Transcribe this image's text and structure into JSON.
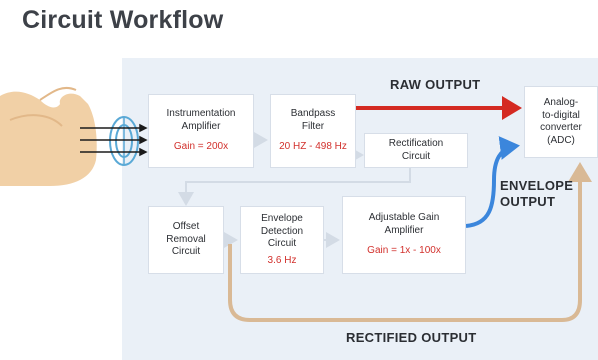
{
  "title": "Circuit Workflow",
  "blocks": {
    "inst_amp": {
      "name": "Instrumentation\nAmplifier",
      "value": "Gain = 200x"
    },
    "bandpass": {
      "name": "Bandpass\nFilter",
      "value": "20 HZ - 498 Hz"
    },
    "rectification": {
      "name": "Rectification\nCircuit"
    },
    "adc": {
      "name": "Analog-\nto-digital\nconverter\n(ADC)"
    },
    "offset": {
      "name": "Offset\nRemoval\nCircuit"
    },
    "envelope_det": {
      "name": "Envelope\nDetection\nCircuit",
      "value": "3.6 Hz"
    },
    "adj_gain": {
      "name": "Adjustable Gain\nAmplifier",
      "value": "Gain = 1x - 100x"
    }
  },
  "labels": {
    "raw_output": "RAW OUTPUT",
    "envelope_output": "ENVELOPE\nOUTPUT",
    "rectified_output": "RECTIFIED OUTPUT"
  },
  "colors": {
    "raw": "#d42a22",
    "envelope": "#3b86dc",
    "rectified": "#d9b995",
    "flow": "#d3dbe5",
    "gain_text": "#d2302c"
  },
  "icons": [
    "flexed-arm-icon",
    "emg-sensor-icon"
  ]
}
